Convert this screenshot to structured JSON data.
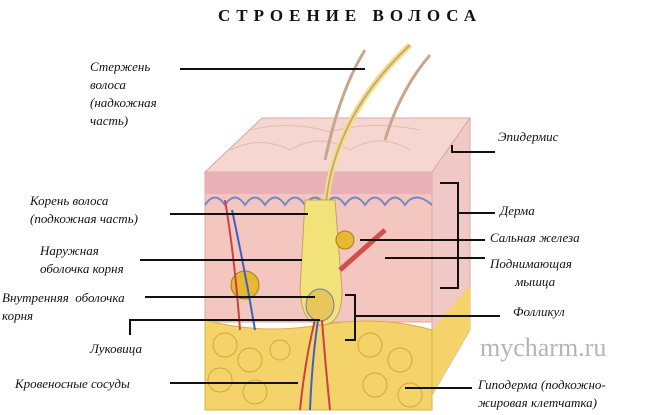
{
  "title": "СТРОЕНИЕ ВОЛОСА",
  "labels": {
    "shaft": [
      "Стержень",
      "волоса",
      "(надкожная",
      "часть)"
    ],
    "epidermis": "Эпидермис",
    "root": [
      "Корень волоса",
      "(подкожная часть)"
    ],
    "dermis": "Дерма",
    "outer_sheath": [
      "Наружная",
      "оболочка корня"
    ],
    "sebaceous": "Сальная железа",
    "muscle": [
      "Поднимающая",
      "мышца"
    ],
    "inner_sheath": [
      "Внутренняя  оболочка",
      "корня"
    ],
    "follicle": "Фолликул",
    "bulb": "Луковица",
    "vessels": "Кровеносные сосуды",
    "hypodermis": [
      "Гиподерма (подкожно-",
      "жировая клетчатка)"
    ]
  },
  "watermark": "mycharm.ru",
  "colors": {
    "skin": "#f3c7bf",
    "epidermis": "#e8b0b8",
    "fat": "#f3d36a",
    "hair": "#c9a58c",
    "root": "#f2e27a"
  }
}
